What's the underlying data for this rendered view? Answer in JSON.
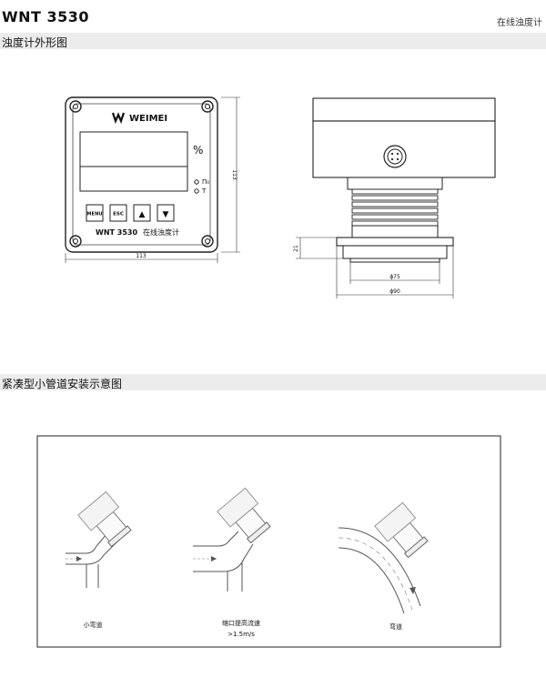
{
  "header": {
    "model": "WNT 3530",
    "product_name": "在线浊度计"
  },
  "sections": {
    "dimensions_title": "浊度计外形图",
    "install_title": "紧凑型小管道安装示意图"
  },
  "front_panel": {
    "brand": "WEIMEI",
    "unit": "%",
    "indicator_1": "Π₀",
    "indicator_2": "T",
    "buttons": [
      "MENU",
      "ESC",
      "▲",
      "▼"
    ],
    "model_label": "WNT 3530",
    "name_label": "在线浊度计",
    "dim_width": "113",
    "dim_height": "113"
  },
  "side_view": {
    "dim_height": "21",
    "dim_inner_dia": "ϕ75",
    "dim_outer_dia": "ϕ90"
  },
  "install": {
    "label_1": "小弯道",
    "label_2_line1": "缩口提高流速",
    "label_2_line2": ">1.5m/s",
    "label_3": "弯道"
  }
}
